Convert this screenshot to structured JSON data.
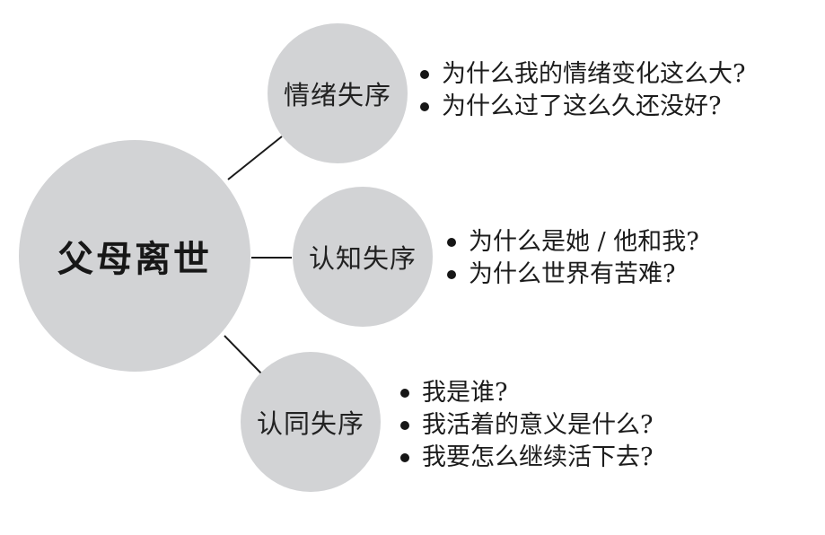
{
  "diagram": {
    "background_color": "#ffffff",
    "circle_fill_color": "#d2d3d5",
    "line_color": "#1a1a1a",
    "text_color": "#1c1c1c",
    "root": {
      "label": "父母离世"
    },
    "branches": [
      {
        "label": "情绪失序",
        "questions": [
          "为什么我的情绪变化这么大?",
          "为什么过了这么久还没好?"
        ]
      },
      {
        "label": "认知失序",
        "questions": [
          "为什么是她 / 他和我?",
          "为什么世界有苦难?"
        ]
      },
      {
        "label": "认同失序",
        "questions": [
          "我是谁?",
          "我活着的意义是什么?",
          "我要怎么继续活下去?"
        ]
      }
    ]
  }
}
